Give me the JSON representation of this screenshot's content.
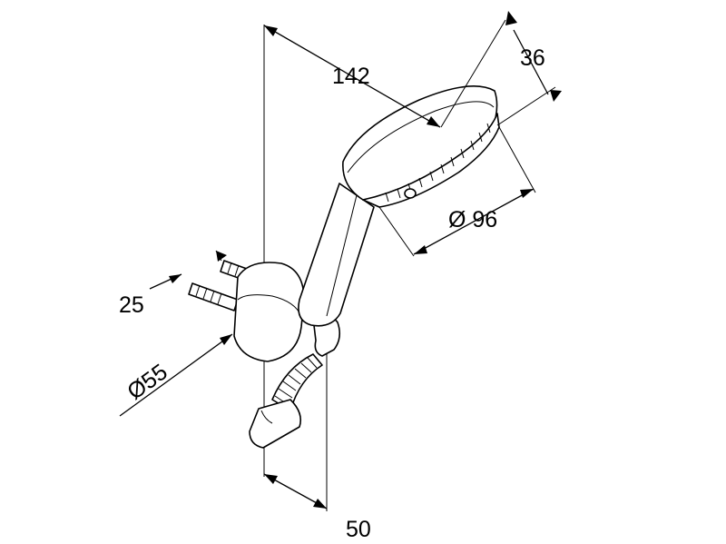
{
  "dimensions": {
    "height_overall": "142",
    "head_depth": "36",
    "head_diameter": "Ø 96",
    "plug_length": "25",
    "mount_diameter": "Ø55",
    "wall_offset": "50"
  },
  "colors": {
    "line": "#000000",
    "background": "#ffffff"
  }
}
